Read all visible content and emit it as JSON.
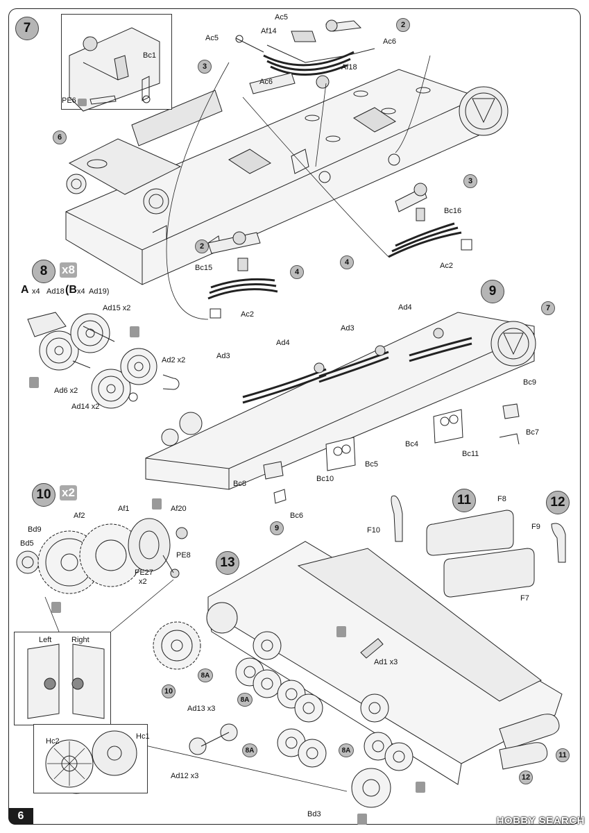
{
  "page": {
    "number": "6",
    "watermark": "HOBBY SEARCH"
  },
  "steps": {
    "s7": "7",
    "s8": "8",
    "s9": "9",
    "s10": "10",
    "s11": "11",
    "s12": "12",
    "s13": "13"
  },
  "badges": {
    "b8": "x8",
    "b10": "x2"
  },
  "refs": {
    "r2": "2",
    "r3": "3",
    "r4": "4",
    "r6": "6",
    "r7": "7",
    "r9": "9",
    "r10": "10",
    "r11": "11",
    "r12": "12",
    "r8a": "8A"
  },
  "qty": {
    "x2": "x2",
    "x3": "x3",
    "x4": "x4"
  },
  "step8": {
    "variant_a": "A",
    "variant_a_qty": "x4",
    "variant_b": "(B",
    "variant_b_qty": "x4"
  },
  "step10": {
    "left": "Left",
    "right": "Right"
  },
  "parts": {
    "ac5": "Ac5",
    "ac6": "Ac6",
    "af14": "Af14",
    "af18": "Af18",
    "bc1": "Bc1",
    "pe6": "PE6",
    "bc16": "Bc16",
    "bc15": "Bc15",
    "ac2": "Ac2",
    "ad18": "Ad18",
    "ad19": "Ad19)",
    "ad15": "Ad15 x2",
    "ad2": "Ad2 x2",
    "ad6": "Ad6 x2",
    "ad14": "Ad14 x2",
    "ad4": "Ad4",
    "ad3": "Ad3",
    "bc9": "Bc9",
    "bc7": "Bc7",
    "bc4": "Bc4",
    "bc11": "Bc11",
    "bc5": "Bc5",
    "bc10": "Bc10",
    "bc8": "Bc8",
    "bc6": "Bc6",
    "af1": "Af1",
    "af20": "Af20",
    "af2": "Af2",
    "bd9": "Bd9",
    "bd5": "Bd5",
    "pe8": "PE8",
    "pe27": "PE27",
    "f8": "F8",
    "f10": "F10",
    "f9": "F9",
    "f7": "F7",
    "ad1": "Ad1 x3",
    "ad13": "Ad13 x3",
    "ad12": "Ad12 x3",
    "hc2": "Hc2",
    "hc1": "Hc1",
    "bd3": "Bd3"
  }
}
